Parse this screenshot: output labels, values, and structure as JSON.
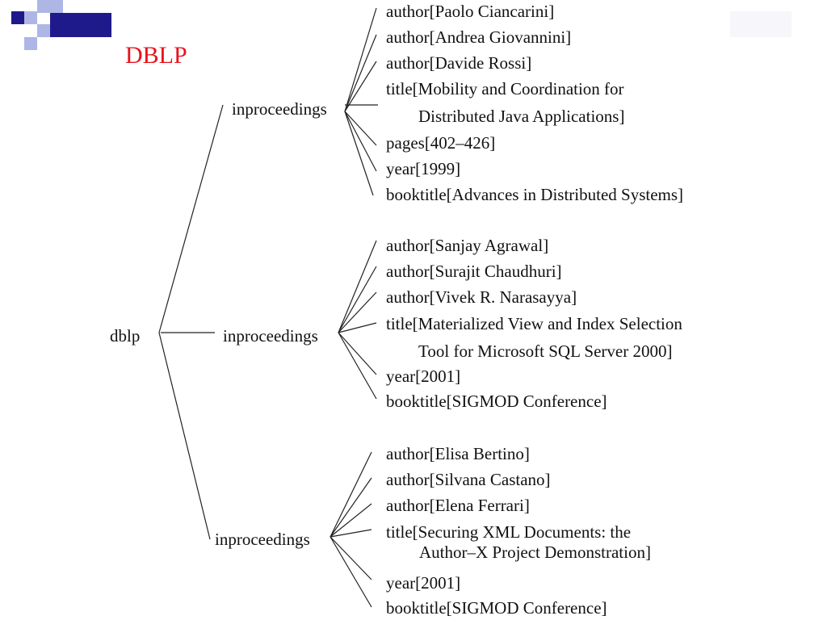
{
  "slide": {
    "title": "DBLP",
    "colors": {
      "title": "#e8131b",
      "logo_dark": "#1f1a8c",
      "logo_light": "#aeb6e6"
    }
  },
  "tree": {
    "root": "dblp",
    "children": [
      {
        "label": "inproceedings",
        "leaves": [
          {
            "text": "author[Paolo Ciancarini]"
          },
          {
            "text": "author[Andrea Giovannini]"
          },
          {
            "text": "author[Davide Rossi]"
          },
          {
            "text": "title[Mobility and Coordination for",
            "continuation": "Distributed Java Applications]"
          },
          {
            "text": "pages[402–426]"
          },
          {
            "text": "year[1999]"
          },
          {
            "text": "booktitle[Advances in Distributed Systems]"
          }
        ]
      },
      {
        "label": "inproceedings",
        "leaves": [
          {
            "text": "author[Sanjay Agrawal]"
          },
          {
            "text": "author[Surajit Chaudhuri]"
          },
          {
            "text": "author[Vivek R. Narasayya]"
          },
          {
            "text": "title[Materialized View and Index Selection",
            "continuation": "Tool for Microsoft SQL Server 2000]"
          },
          {
            "text": "year[2001]"
          },
          {
            "text": "booktitle[SIGMOD Conference]"
          }
        ]
      },
      {
        "label": "inproceedings",
        "leaves": [
          {
            "text": "author[Elisa Bertino]"
          },
          {
            "text": "author[Silvana Castano]"
          },
          {
            "text": "author[Elena Ferrari]"
          },
          {
            "text": "title[Securing XML Documents: the",
            "continuation": "Author–X Project Demonstration]"
          },
          {
            "text": "year[2001]"
          },
          {
            "text": "booktitle[SIGMOD Conference]"
          }
        ]
      }
    ]
  }
}
